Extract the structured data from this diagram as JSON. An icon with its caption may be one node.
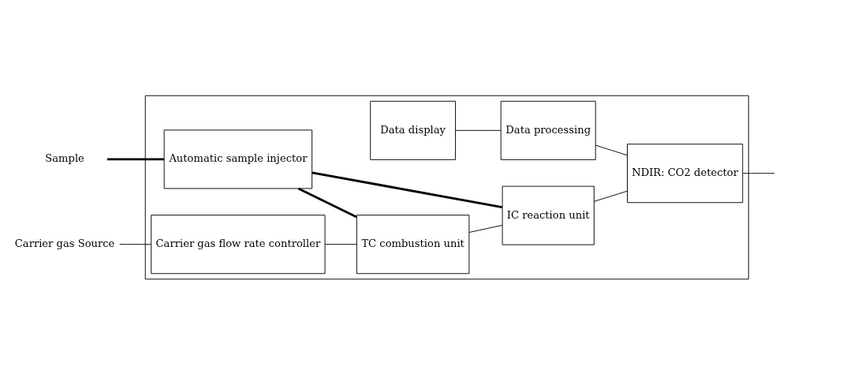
{
  "diagram": {
    "nodes": [
      {
        "text": [],
        "shape": "box"
      },
      {
        "text": [
          "Sample"
        ]
      },
      {
        "text": [
          "Automatic sample injector"
        ],
        "in": 0
      },
      {
        "text": [
          "Data display"
        ],
        "in": 0
      },
      {
        "text": [
          "Data processing"
        ],
        "in": 0
      },
      {
        "text": [
          "Carrier gas Source"
        ]
      },
      {
        "text": [
          "Carrier gas flow rate controller"
        ],
        "in": 0
      },
      {
        "text": [
          "TC combustion unit"
        ],
        "in": 0
      },
      {
        "text": [
          "IC reaction unit"
        ],
        "in": 0
      },
      {
        "text": [
          "NDIR: CO2 detector"
        ],
        "in": 0
      }
    ],
    "edges": [
      {
        "from": 1,
        "to": 2,
        "arrow": "none",
        "style": "thick"
      },
      {
        "from": 3,
        "to": 4,
        "arrow": "none"
      },
      {
        "from": 2,
        "to": 7,
        "arrow": "none",
        "style": "thick"
      },
      {
        "from": 2,
        "to": 8,
        "arrow": "none",
        "style": "thick"
      },
      {
        "from": 5,
        "to": 6,
        "arrow": "none"
      },
      {
        "from": 6,
        "to": 7,
        "arrow": "none"
      },
      {
        "from": 7,
        "to": 8,
        "arrow": "none"
      },
      {
        "from": 8,
        "to": 9,
        "arrow": "none"
      },
      {
        "from": 4,
        "to": 9,
        "arrow": "none"
      },
      {
        "from": 9,
        "to": null,
        "arrow": "none"
      }
    ]
  }
}
